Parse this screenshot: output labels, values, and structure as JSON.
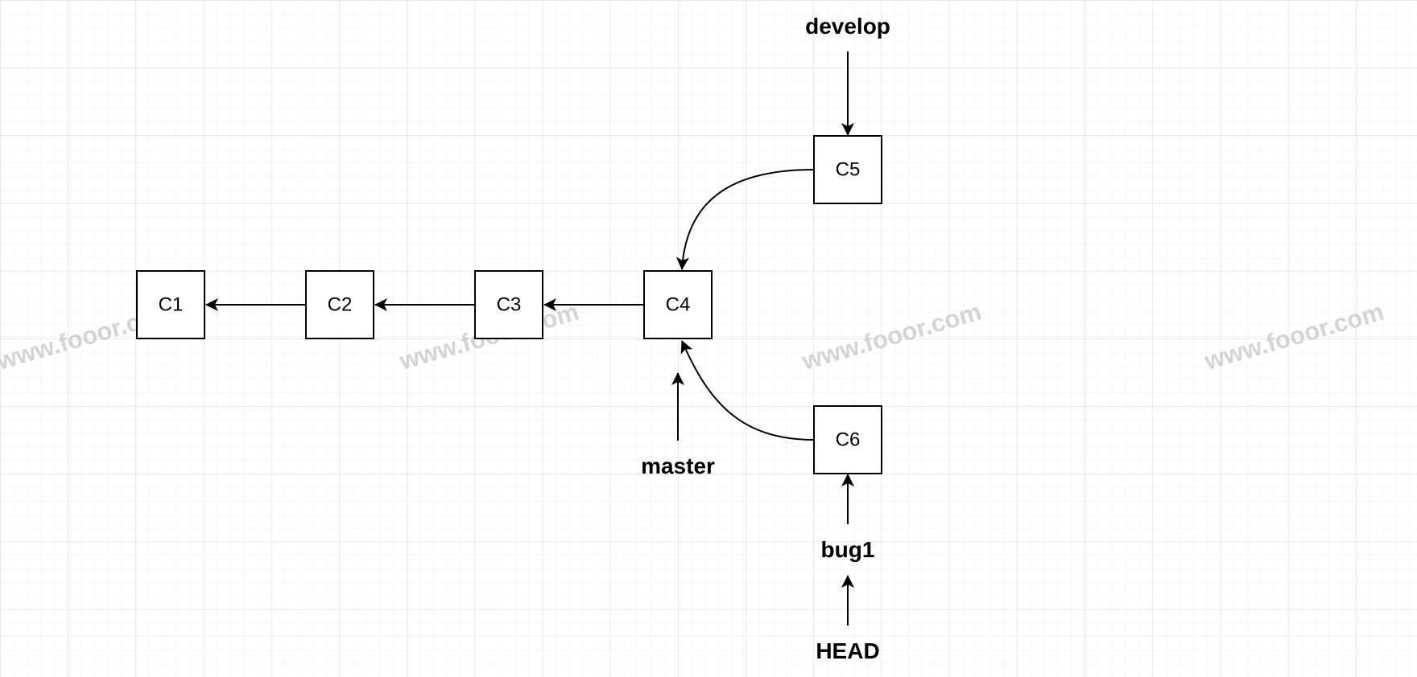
{
  "diagram": {
    "nodes": {
      "c1": "C1",
      "c2": "C2",
      "c3": "C3",
      "c4": "C4",
      "c5": "C5",
      "c6": "C6"
    },
    "refs": {
      "develop": "develop",
      "master": "master",
      "bug1": "bug1",
      "head": "HEAD"
    },
    "watermark": "www.fooor.com",
    "colors": {
      "grid_minor": "#f0f0f0",
      "grid_major": "#dcdcdc",
      "stroke": "#000000",
      "node_fill": "#ffffff",
      "watermark": "#c8c8c8"
    }
  }
}
